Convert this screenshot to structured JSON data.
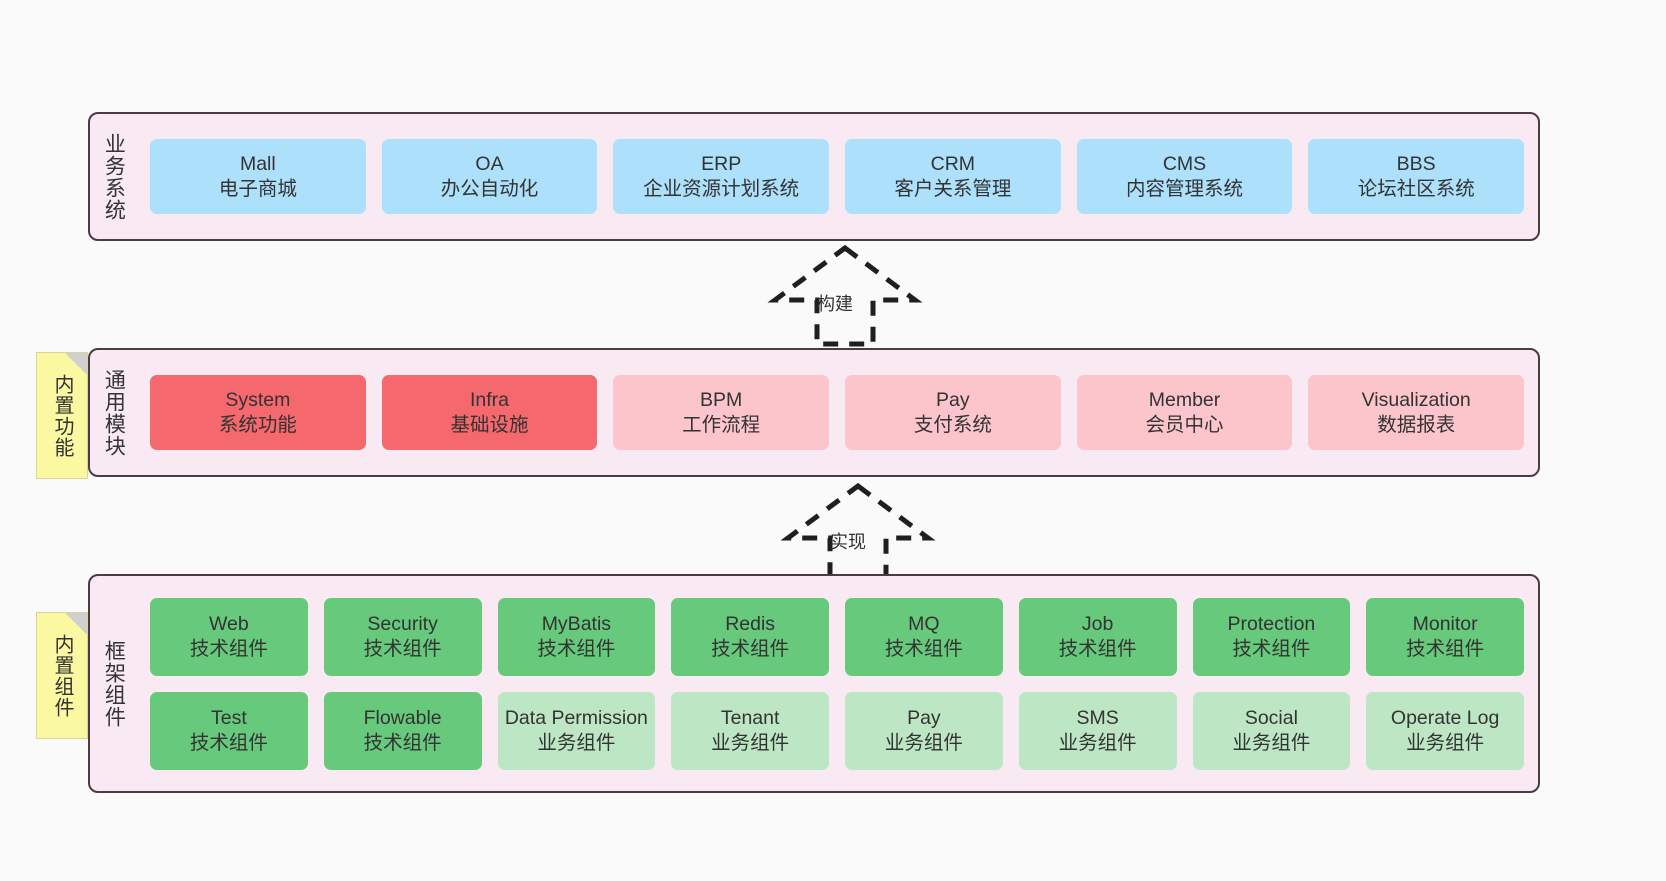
{
  "canvas": {
    "background": "#fafafa",
    "panel_fill": "#f8e9f3",
    "panel_border": "#4a3c46",
    "note_fill": "#fbf8a2"
  },
  "notes": [
    {
      "id": "builtin-feature",
      "text": "内置功能"
    },
    {
      "id": "builtin-component",
      "text": "内置组件"
    }
  ],
  "connectors": [
    {
      "id": "build",
      "label": "构建",
      "style": "dashed-generalization-up"
    },
    {
      "id": "implement",
      "label": "实现",
      "style": "dashed-generalization-up"
    }
  ],
  "layers": [
    {
      "id": "business-system",
      "title": "业务系统",
      "color": "#ace0fb",
      "rows": [
        [
          {
            "en": "Mall",
            "cn": "电子商城",
            "color": "blue"
          },
          {
            "en": "OA",
            "cn": "办公自动化",
            "color": "blue"
          },
          {
            "en": "ERP",
            "cn": "企业资源计划系统",
            "color": "blue"
          },
          {
            "en": "CRM",
            "cn": "客户关系管理",
            "color": "blue"
          },
          {
            "en": "CMS",
            "cn": "内容管理系统",
            "color": "blue"
          },
          {
            "en": "BBS",
            "cn": "论坛社区系统",
            "color": "blue"
          }
        ]
      ]
    },
    {
      "id": "common-module",
      "title": "通用模块",
      "color": "#f4686e",
      "rows": [
        [
          {
            "en": "System",
            "cn": "系统功能",
            "color": "red"
          },
          {
            "en": "Infra",
            "cn": "基础设施",
            "color": "red"
          },
          {
            "en": "BPM",
            "cn": "工作流程",
            "color": "pink"
          },
          {
            "en": "Pay",
            "cn": "支付系统",
            "color": "pink"
          },
          {
            "en": "Member",
            "cn": "会员中心",
            "color": "pink"
          },
          {
            "en": "Visualization",
            "cn": "数据报表",
            "color": "pink"
          }
        ]
      ]
    },
    {
      "id": "framework-component",
      "title": "框架组件",
      "color": "#67c97c",
      "rows": [
        [
          {
            "en": "Web",
            "cn": "技术组件",
            "color": "green"
          },
          {
            "en": "Security",
            "cn": "技术组件",
            "color": "green"
          },
          {
            "en": "MyBatis",
            "cn": "技术组件",
            "color": "green"
          },
          {
            "en": "Redis",
            "cn": "技术组件",
            "color": "green"
          },
          {
            "en": "MQ",
            "cn": "技术组件",
            "color": "green"
          },
          {
            "en": "Job",
            "cn": "技术组件",
            "color": "green"
          },
          {
            "en": "Protection",
            "cn": "技术组件",
            "color": "green"
          },
          {
            "en": "Monitor",
            "cn": "技术组件",
            "color": "green"
          }
        ],
        [
          {
            "en": "Test",
            "cn": "技术组件",
            "color": "green"
          },
          {
            "en": "Flowable",
            "cn": "技术组件",
            "color": "green"
          },
          {
            "en": "Data Permission",
            "cn": "业务组件",
            "color": "lightgreen"
          },
          {
            "en": "Tenant",
            "cn": "业务组件",
            "color": "lightgreen"
          },
          {
            "en": "Pay",
            "cn": "业务组件",
            "color": "lightgreen"
          },
          {
            "en": "SMS",
            "cn": "业务组件",
            "color": "lightgreen"
          },
          {
            "en": "Social",
            "cn": "业务组件",
            "color": "lightgreen"
          },
          {
            "en": "Operate Log",
            "cn": "业务组件",
            "color": "lightgreen"
          }
        ]
      ]
    }
  ]
}
